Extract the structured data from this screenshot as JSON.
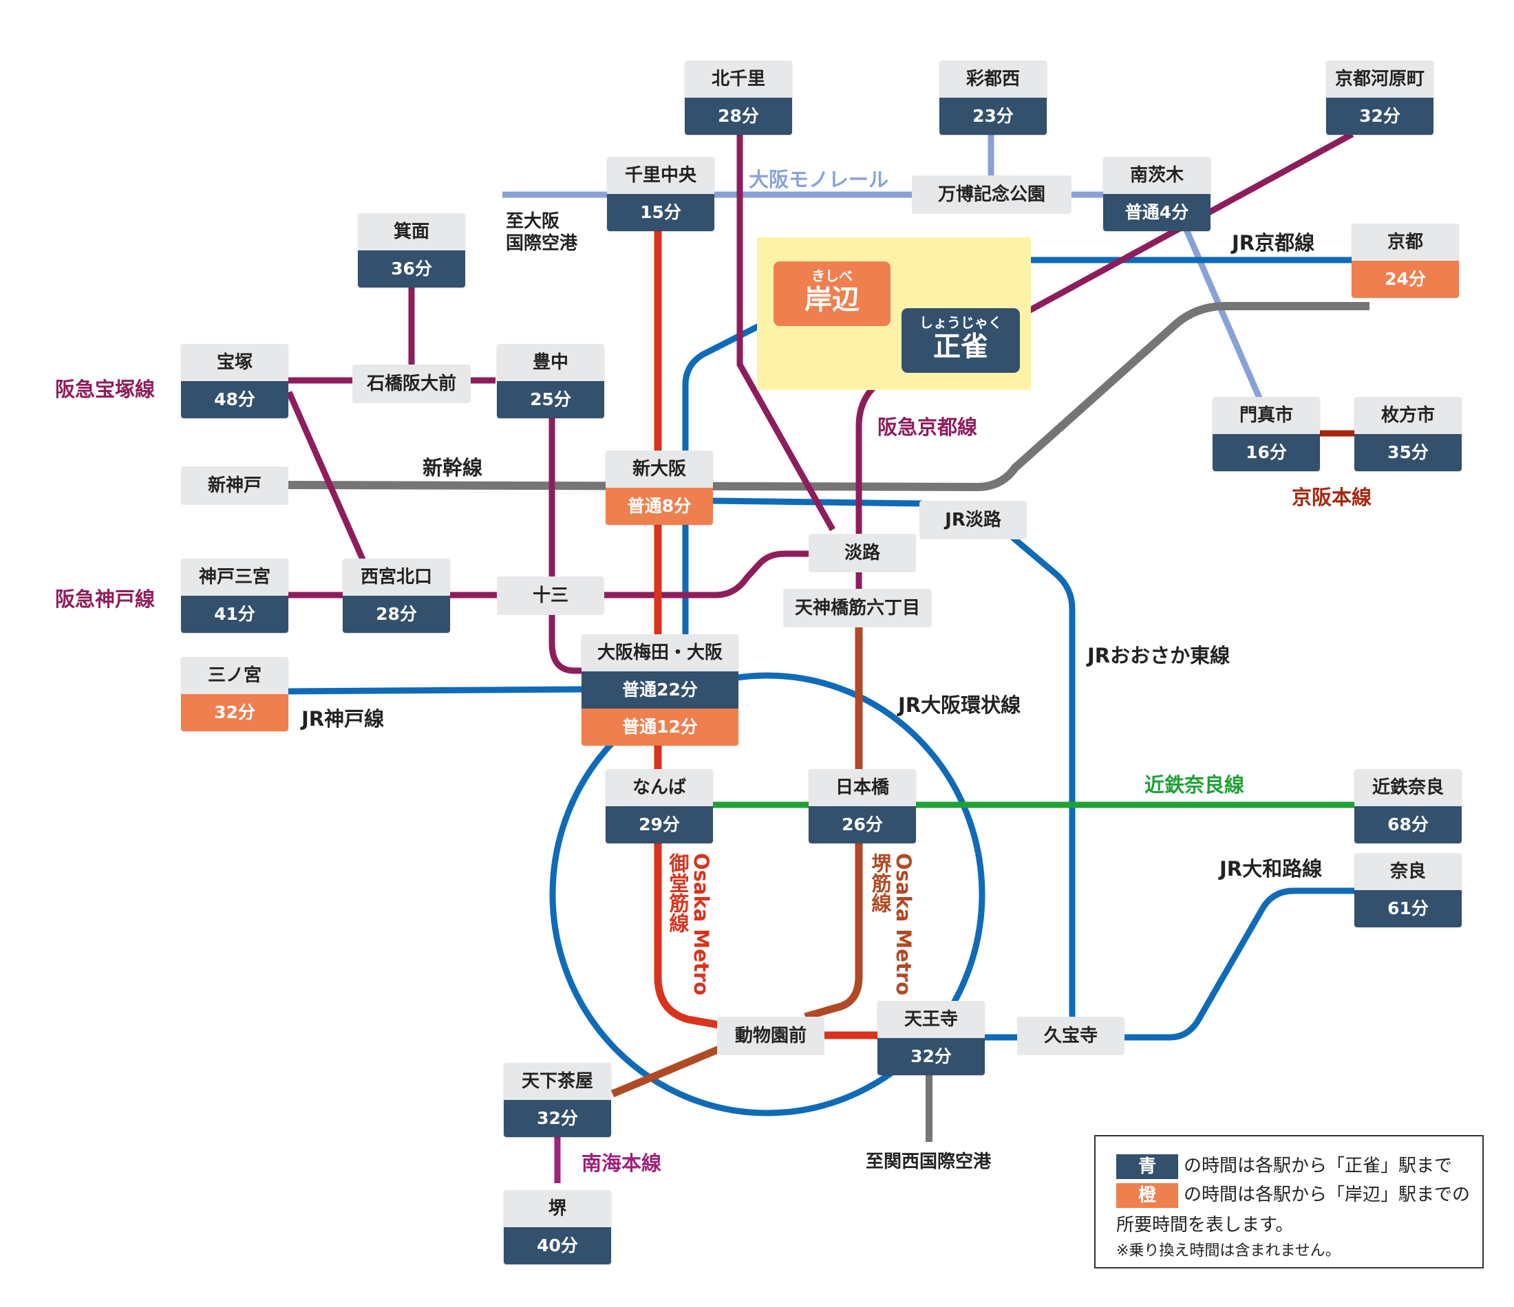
{
  "targets": {
    "kishibe": {
      "ruby": "きしべ",
      "name": "岸辺"
    },
    "shojaku": {
      "ruby": "しょうじゃく",
      "name": "正雀"
    }
  },
  "stations": {
    "kitasenri": {
      "name": "北千里",
      "time": "28分"
    },
    "saitonishi": {
      "name": "彩都西",
      "time": "23分"
    },
    "kyotokawaramachi": {
      "name": "京都河原町",
      "time": "32分"
    },
    "senrichuo": {
      "name": "千里中央",
      "time": "15分"
    },
    "minamiibaraki": {
      "name": "南茨木",
      "time": "普通4分"
    },
    "kyoto": {
      "name": "京都",
      "time": "24分"
    },
    "mino": {
      "name": "箕面",
      "time": "36分"
    },
    "takarazuka": {
      "name": "宝塚",
      "time": "48分"
    },
    "toyonaka": {
      "name": "豊中",
      "time": "25分"
    },
    "kadoma": {
      "name": "門真市",
      "time": "16分"
    },
    "hirakata": {
      "name": "枚方市",
      "time": "35分"
    },
    "shinosaka": {
      "name": "新大阪",
      "time": "普通8分"
    },
    "kobesannomiya": {
      "name": "神戸三宮",
      "time": "41分"
    },
    "nishinomiyakitaguchi": {
      "name": "西宮北口",
      "time": "28分"
    },
    "sannomiya": {
      "name": "三ノ宮",
      "time": "32分"
    },
    "umeda": {
      "name": "大阪梅田・大阪",
      "time_blue": "普通22分",
      "time_orange": "普通12分"
    },
    "namba": {
      "name": "なんば",
      "time": "29分"
    },
    "nipponbashi": {
      "name": "日本橋",
      "time": "26分"
    },
    "kintetsunara": {
      "name": "近鉄奈良",
      "time": "68分"
    },
    "nara": {
      "name": "奈良",
      "time": "61分"
    },
    "tennoji": {
      "name": "天王寺",
      "time": "32分"
    },
    "tengachaya": {
      "name": "天下茶屋",
      "time": "32分"
    },
    "sakai": {
      "name": "堺",
      "time": "40分"
    }
  },
  "chips": {
    "bampaku": "万博記念公園",
    "ishibashi": "石橋阪大前",
    "shinkobe": "新神戸",
    "jrawaji": "JR淡路",
    "awaji": "淡路",
    "juso": "十三",
    "tenjinbashi": "天神橋筋六丁目",
    "dobutsuen": "動物園前",
    "kubouji": "久宝寺"
  },
  "lines": {
    "monorail": "大阪モノレール",
    "jr_kyoto": "JR京都線",
    "hankyu_takarazuka": "阪急宝塚線",
    "shinkansen": "新幹線",
    "hankyu_kyoto": "阪急京都線",
    "keihan": "京阪本線",
    "hankyu_kobe": "阪急神戸線",
    "jr_osaka_higashi": "JRおおさか東線",
    "jr_kobe": "JR神戸線",
    "jr_loop": "JR大阪環状線",
    "kintetsu_nara": "近鉄奈良線",
    "jr_yamatoji": "JR大和路線",
    "nankai": "南海本線",
    "midosuji_co": "Osaka Metro",
    "midosuji_name": "御堂筋線",
    "sakaisuji_co": "Osaka Metro",
    "sakaisuji_name": "堺筋線"
  },
  "notes": {
    "to_itami_1": "至大阪",
    "to_itami_2": "国際空港",
    "to_kix": "至関西国際空港"
  },
  "legend": {
    "blue_swatch": "青",
    "blue_text": "の時間は各駅から「正雀」駅まで",
    "orange_swatch": "橙",
    "orange_text": "の時間は各駅から「岸辺」駅までの",
    "line3": "所要時間を表します。",
    "note": "※乗り換え時間は含まれません。"
  },
  "colors": {
    "jr_blue": "#0f6bb8",
    "hankyu_maroon": "#8e1d5c",
    "midosuji_red": "#d9331e",
    "sakaisuji_brown": "#b04a24",
    "monorail_lightblue": "#88a2d7",
    "kintetsu_green": "#20a036",
    "keihan_darkred": "#a8260e",
    "shinkansen_gray": "#757575",
    "nankai_magenta": "#a0207a",
    "blue_time_bg": "#33506d",
    "orange_time_bg": "#ef7f4e",
    "highlight_yellow": "#fdf3a8"
  }
}
